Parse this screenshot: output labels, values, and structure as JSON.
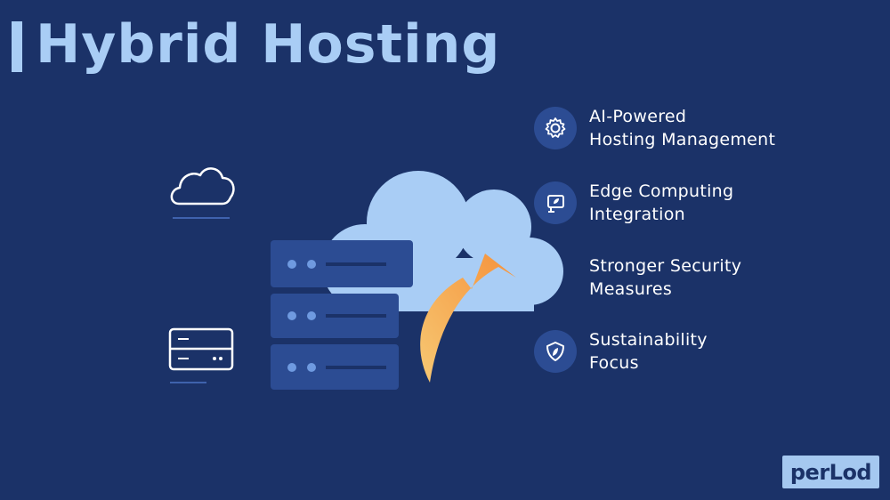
{
  "title": "Hybrid Hosting",
  "features": [
    {
      "icon": "gear-icon",
      "line1": "AI-Powered",
      "line2": "Hosting Management"
    },
    {
      "icon": "monitor-icon",
      "line1": "Edge Computing",
      "line2": "Integration"
    },
    {
      "icon": "none",
      "line1": "Stronger Security",
      "line2": "Measures"
    },
    {
      "icon": "leaf-shield-icon",
      "line1": "Sustainability",
      "line2": "Focus"
    }
  ],
  "logo": "perLod",
  "colors": {
    "background": "#1b3268",
    "title": "#a9cdf5",
    "cloud": "#a9cdf5",
    "server": "#2c4c93",
    "arrow": "#f59a3c"
  }
}
